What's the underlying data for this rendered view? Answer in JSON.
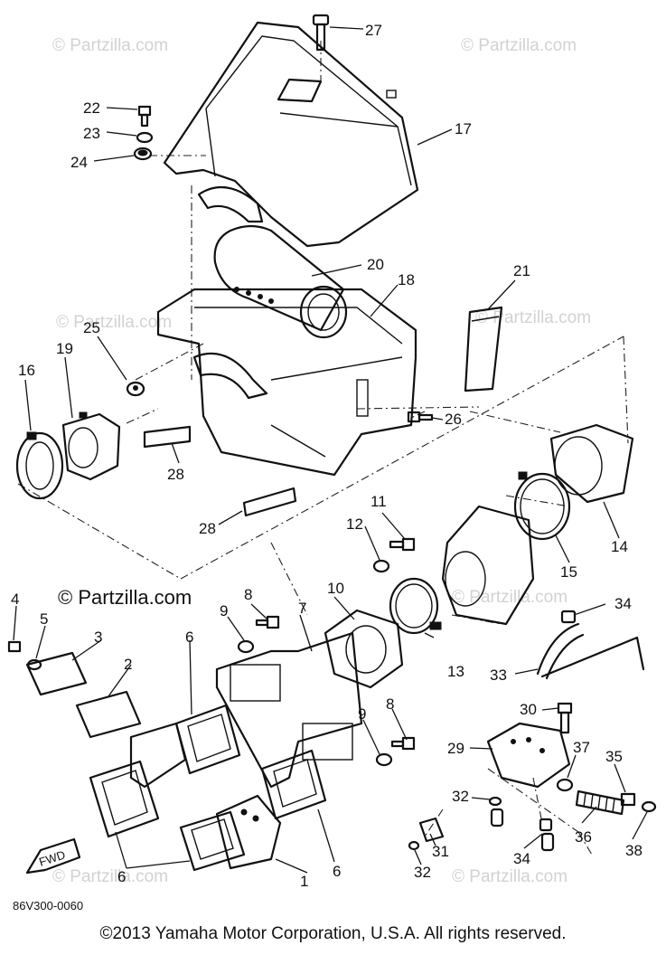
{
  "watermark": "© Partzilla.com",
  "diagram_code": "86V300-0060",
  "fwd_label": "FWD",
  "copyright": "©2013 Yamaha Motor Corporation, U.S.A. All rights reserved.",
  "callouts": [
    {
      "id": "c27",
      "label": "27"
    },
    {
      "id": "c22",
      "label": "22"
    },
    {
      "id": "c23",
      "label": "23"
    },
    {
      "id": "c24",
      "label": "24"
    },
    {
      "id": "c17",
      "label": "17"
    },
    {
      "id": "c20",
      "label": "20"
    },
    {
      "id": "c18",
      "label": "18"
    },
    {
      "id": "c21",
      "label": "21"
    },
    {
      "id": "c25",
      "label": "25"
    },
    {
      "id": "c19",
      "label": "19"
    },
    {
      "id": "c16",
      "label": "16"
    },
    {
      "id": "c26",
      "label": "26"
    },
    {
      "id": "c28a",
      "label": "28"
    },
    {
      "id": "c28b",
      "label": "28"
    },
    {
      "id": "c14",
      "label": "14"
    },
    {
      "id": "c11",
      "label": "11"
    },
    {
      "id": "c12",
      "label": "12"
    },
    {
      "id": "c15",
      "label": "15"
    },
    {
      "id": "c10",
      "label": "10"
    },
    {
      "id": "c34a",
      "label": "34"
    },
    {
      "id": "c4",
      "label": "4"
    },
    {
      "id": "c5",
      "label": "5"
    },
    {
      "id": "c8a",
      "label": "8"
    },
    {
      "id": "c9a",
      "label": "9"
    },
    {
      "id": "c7",
      "label": "7"
    },
    {
      "id": "c3",
      "label": "3"
    },
    {
      "id": "c6a",
      "label": "6"
    },
    {
      "id": "c13",
      "label": "13"
    },
    {
      "id": "c33",
      "label": "33"
    },
    {
      "id": "c2",
      "label": "2"
    },
    {
      "id": "c30",
      "label": "30"
    },
    {
      "id": "c9b",
      "label": "9"
    },
    {
      "id": "c8b",
      "label": "8"
    },
    {
      "id": "c29",
      "label": "29"
    },
    {
      "id": "c37",
      "label": "37"
    },
    {
      "id": "c35",
      "label": "35"
    },
    {
      "id": "c32a",
      "label": "32"
    },
    {
      "id": "c36",
      "label": "36"
    },
    {
      "id": "c34b",
      "label": "34"
    },
    {
      "id": "c31",
      "label": "31"
    },
    {
      "id": "c38",
      "label": "38"
    },
    {
      "id": "c6b",
      "label": "6"
    },
    {
      "id": "c6c",
      "label": "6"
    },
    {
      "id": "c1",
      "label": "1"
    },
    {
      "id": "c32b",
      "label": "32"
    }
  ]
}
